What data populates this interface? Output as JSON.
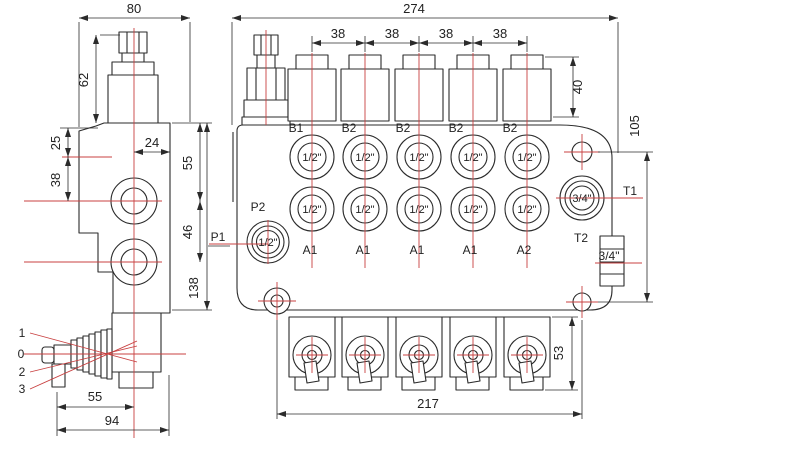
{
  "dims": {
    "d80": "80",
    "d62": "62",
    "d25": "25",
    "d38_side": "38",
    "d24": "24",
    "d55_right": "55",
    "d46": "46",
    "d138": "138",
    "d55_bottom": "55",
    "d94": "94",
    "d274": "274",
    "d38_pitch": [
      "38",
      "38",
      "38",
      "38"
    ],
    "d40": "40",
    "d105": "105",
    "d53": "53",
    "d217": "217"
  },
  "ports": {
    "b_labels": [
      "B1",
      "B2",
      "B2",
      "B2",
      "B2"
    ],
    "a_labels": [
      "A1",
      "A1",
      "A1",
      "A1",
      "A2"
    ],
    "p1": "P1",
    "p2": "P2",
    "t1": "T1",
    "t2": "T2",
    "size_half": "1/2\"",
    "size_three_quarter": "3/4\"",
    "side_plug_size": "3/4\""
  },
  "lever_positions": [
    "1",
    "0",
    "2",
    "3"
  ],
  "colors": {
    "line": "#2b2b2b",
    "centerline": "#c84040",
    "background": "#ffffff"
  }
}
